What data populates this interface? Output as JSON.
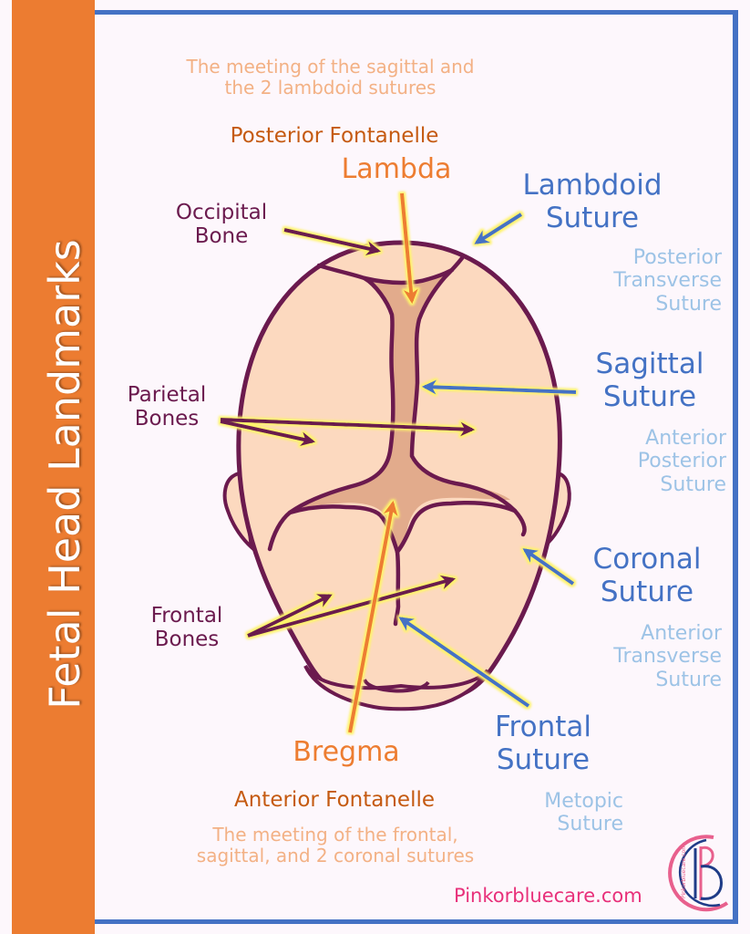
{
  "title": "Fetal Head Landmarks",
  "colors": {
    "sidebar": "#ec7c31",
    "frame": "#4472c4",
    "head_fill": "#fcd9bf",
    "fontanelle_fill": "#e2ab8c",
    "outline": "#6b1a4e",
    "bone_arrow": "#6b1a4e",
    "suture_arrow": "#4472c4",
    "landmark_arrow": "#ed7d31",
    "glow": "#fff36a"
  },
  "posterior": {
    "description_line1": "The meeting of the sagittal and",
    "description_line2": "the 2 lambdoid sutures",
    "fontanelle": "Posterior Fontanelle",
    "landmark": "Lambda"
  },
  "anterior": {
    "landmark": "Bregma",
    "fontanelle": "Anterior Fontanelle",
    "description_line1": "The meeting of the frontal,",
    "description_line2": "sagittal, and 2 coronal sutures"
  },
  "bones": {
    "occipital": [
      "Occipital",
      "Bone"
    ],
    "parietal": [
      "Parietal",
      "Bones"
    ],
    "frontal": [
      "Frontal",
      "Bones"
    ]
  },
  "sutures": {
    "lambdoid": {
      "name": [
        "Lambdoid",
        "Suture"
      ],
      "alias": [
        "Posterior",
        "Transverse",
        "Suture"
      ]
    },
    "sagittal": {
      "name": [
        "Sagittal",
        "Suture"
      ],
      "alias": [
        "Anterior",
        "Posterior",
        "Suture"
      ]
    },
    "coronal": {
      "name": [
        "Coronal",
        "Suture"
      ],
      "alias": [
        "Anterior",
        "Transverse",
        "Suture"
      ]
    },
    "frontal": {
      "name": [
        "Frontal",
        "Suture"
      ],
      "alias": [
        "Metopic",
        "Suture"
      ]
    }
  },
  "footer": {
    "website": "Pinkorbluecare.com",
    "logo_text": "Pinkorbluecare.com"
  }
}
